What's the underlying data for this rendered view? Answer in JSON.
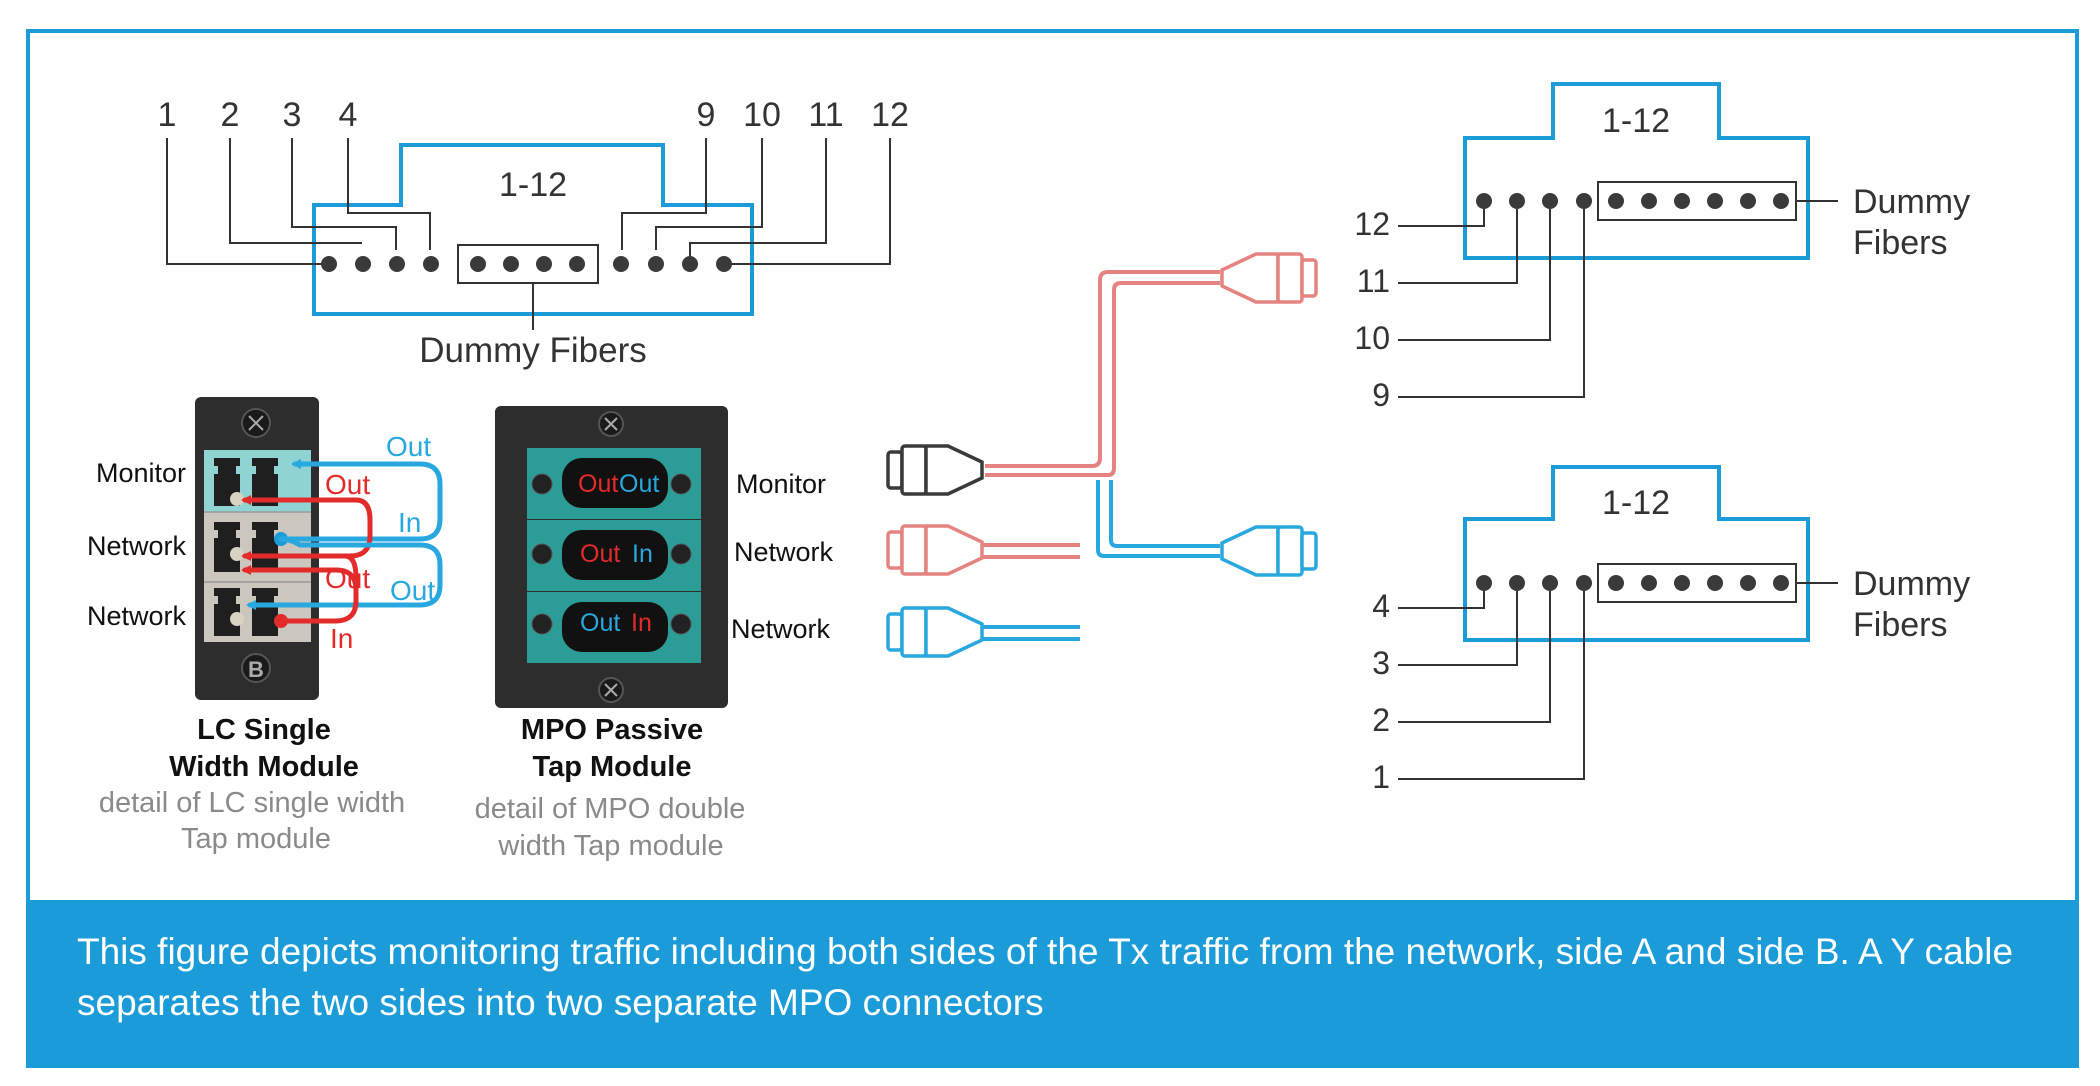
{
  "colors": {
    "frame": "#1b9cd8",
    "caption_bg": "#1b9cd8",
    "cable_red": "#e58380",
    "cable_blue": "#29a8e0",
    "arrow_red": "#e32b2b",
    "teal": "#2c9c97",
    "dark": "#2d2d2d"
  },
  "mpo_top": {
    "range_label": "1-12",
    "fiber_numbers": [
      "1",
      "2",
      "3",
      "4",
      "9",
      "10",
      "11",
      "12"
    ],
    "dummy_label": "Dummy Fibers"
  },
  "mpo_right_a": {
    "range_label": "1-12",
    "fiber_numbers": [
      "12",
      "11",
      "10",
      "9"
    ],
    "dummy_label_line1": "Dummy",
    "dummy_label_line2": "Fibers"
  },
  "mpo_right_b": {
    "range_label": "1-12",
    "fiber_numbers": [
      "4",
      "3",
      "2",
      "1"
    ],
    "dummy_label_line1": "Dummy",
    "dummy_label_line2": "Fibers"
  },
  "lc_module": {
    "row_labels": [
      "Monitor",
      "Network",
      "Network"
    ],
    "arrow_labels": {
      "out_blue_top": "Out",
      "out_red_top": "Out",
      "in_blue": "In",
      "out_red_bottom": "Out",
      "out_blue_bottom": "Out",
      "in_red": "In"
    },
    "screw_bottom_letter": "B",
    "title_line1": "LC Single",
    "title_line2": "Width Module",
    "detail_line1": "detail of LC single width",
    "detail_line2": "Tap module"
  },
  "mpo_module": {
    "row_labels": [
      "Monitor",
      "Network",
      "Network"
    ],
    "ports": [
      {
        "left": "Out",
        "right": "Out"
      },
      {
        "left": "Out",
        "right": "In"
      },
      {
        "left": "Out",
        "right": "In"
      }
    ],
    "title_line1": "MPO Passive",
    "title_line2": "Tap  Module",
    "detail_line1": "detail of MPO double",
    "detail_line2": "width Tap module"
  },
  "caption": "This figure depicts monitoring traffic including both sides of the Tx traffic from the network, side A and side B. A Y cable separates the two sides into two separate MPO connectors"
}
